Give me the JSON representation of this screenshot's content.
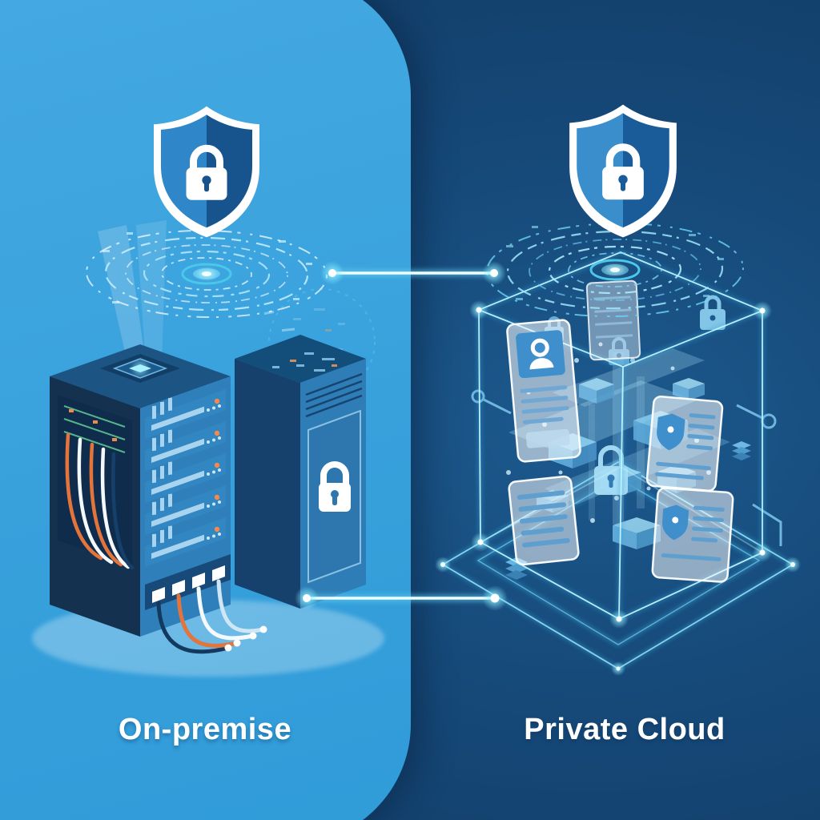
{
  "left_panel": {
    "label": "On-premise",
    "background_color": "#38a1dc",
    "scene": "shield emblem over hologram rings projected from on-premise server racks with network cables"
  },
  "right_panel": {
    "label": "Private Cloud",
    "background_color": "#143f69",
    "scene": "shield emblem over hologram rings above a glowing wireframe secure data cube with frosted security panels"
  },
  "connections": {
    "count": 2,
    "style": "horizontal glowing beams with luminous endpoint nodes"
  },
  "colors": {
    "left_background": "#38a1dc",
    "right_background": "#143f69",
    "shield_light_half": "#2f86c8",
    "shield_dark_half": "#17548e",
    "lock_white": "#ffffff",
    "hologram_cyan": "#5fd2f2",
    "wireframe_cyan": "#8fe2fa",
    "cable_orange": "#e2743c",
    "led_orange": "#ef8a4e",
    "server_face_blue": "#2f80ba",
    "frost_panel": "rgba(255,255,255,0.55)",
    "label_text": "#ffffff"
  },
  "icons": [
    "shield-lock-icon",
    "padlock-icon",
    "hologram-rings",
    "server-rack",
    "lock-tower",
    "secure-data-cube",
    "frosted-security-panel",
    "connection-line",
    "glow-node"
  ]
}
